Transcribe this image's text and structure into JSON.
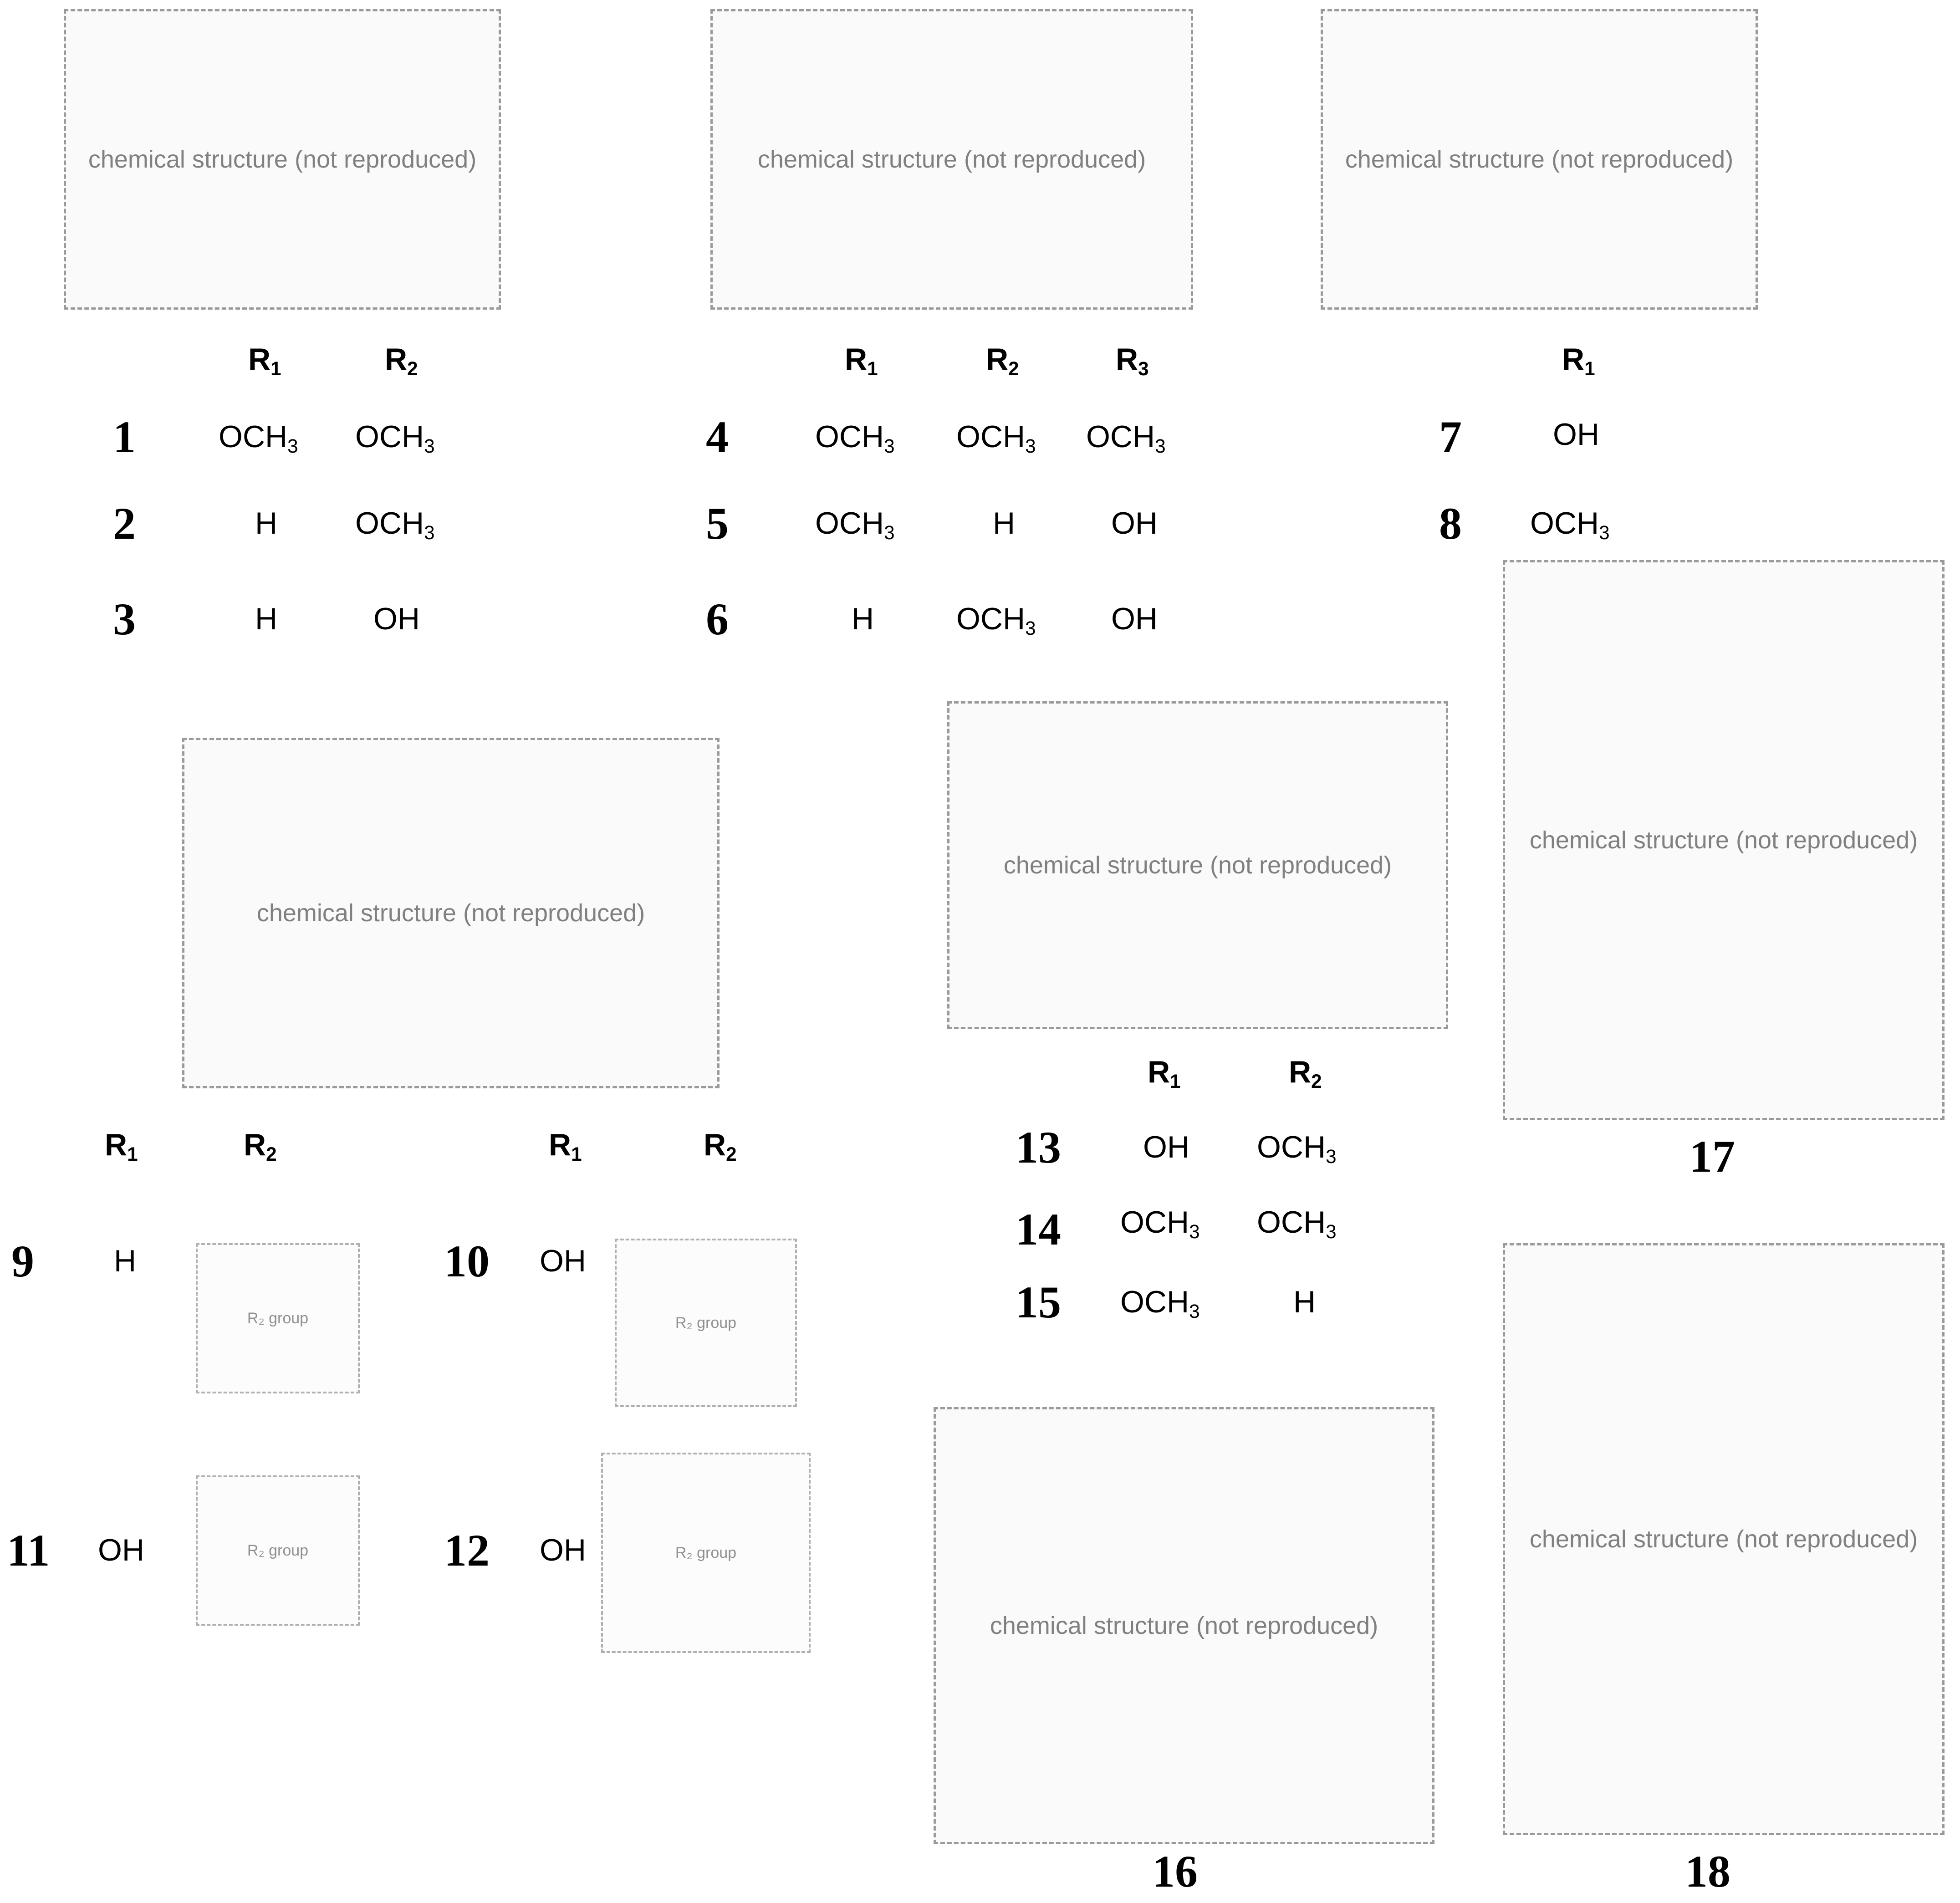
{
  "placeholder_label": "chemical structure (not reproduced)",
  "substituent_placeholder_label": "R₂ group",
  "labels": {
    "R1": "R",
    "R2": "R",
    "R3": "R",
    "sub1": "1",
    "sub2": "2",
    "sub3": "3"
  },
  "groups": {
    "OCH": "OCH",
    "three": "3",
    "H": "H",
    "OH": "OH"
  },
  "compounds": [
    "1",
    "2",
    "3",
    "4",
    "5",
    "6",
    "7",
    "8",
    "9",
    "10",
    "11",
    "12",
    "13",
    "14",
    "15",
    "16",
    "17",
    "18"
  ]
}
